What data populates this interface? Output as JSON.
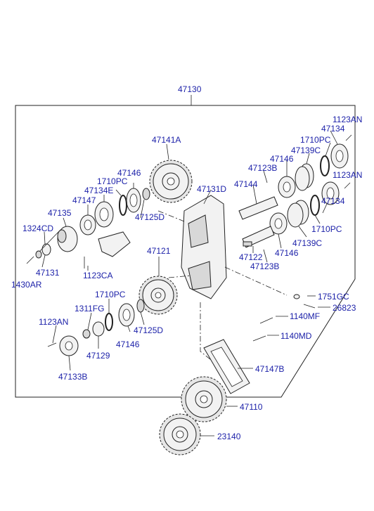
{
  "labels": {
    "l47130": "47130",
    "l47141A": "47141A",
    "l1123AN_tr": "1123AN",
    "l47134_tr": "47134",
    "l1710PC_tr": "1710PC",
    "l47139C_t": "47139C",
    "l47146_tr": "47146",
    "l47123B_t": "47123B",
    "l1123AN_r": "1123AN",
    "l47146_l": "47146",
    "l1710PC_l": "1710PC",
    "l47134E": "47134E",
    "l47147": "47147",
    "l47131D": "47131D",
    "l47144": "47144",
    "l47135": "47135",
    "l47125D_t": "47125D",
    "l1324CD": "1324CD",
    "l47134_r": "47134",
    "l1710PC_r": "1710PC",
    "l47121": "47121",
    "l47139C_b": "47139C",
    "l47146_mr": "47146",
    "l47122": "47122",
    "l47123B_b": "47123B",
    "l47131": "47131",
    "l1430AR": "1430AR",
    "l1123CA": "1123CA",
    "l1710PC_m": "1710PC",
    "l1751GC": "1751GC",
    "l26823": "26823",
    "l1311FG": "1311FG",
    "l1140MF": "1140MF",
    "l1123AN_l": "1123AN",
    "l47125D_b": "47125D",
    "l1140MD": "1140MD",
    "l47146_b": "47146",
    "l47129": "47129",
    "l47147B": "47147B",
    "l47133B": "47133B",
    "l47110": "47110",
    "l23140": "23140"
  }
}
